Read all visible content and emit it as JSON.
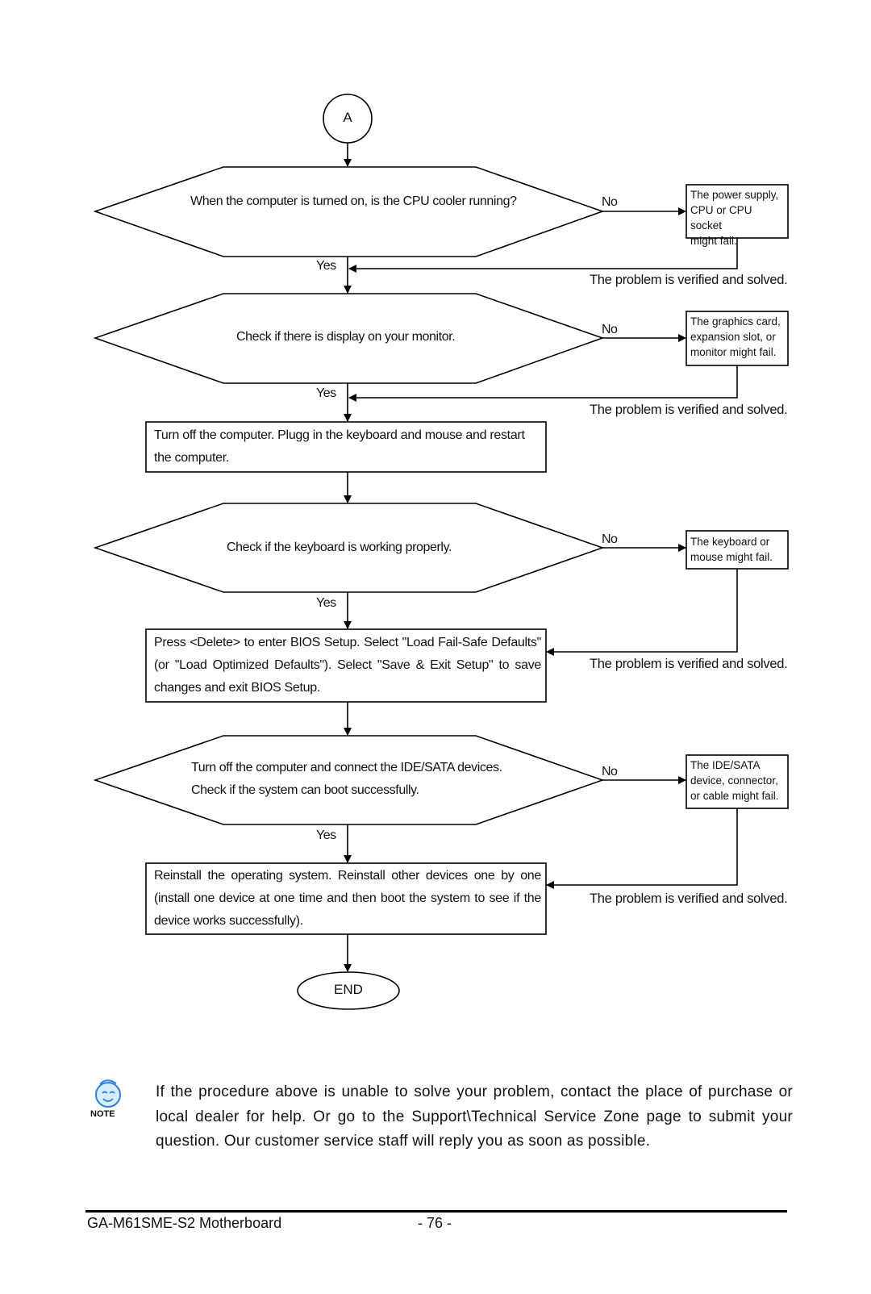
{
  "flowchart": {
    "start_label": "A",
    "end_label": "END",
    "yes_label": "Yes",
    "no_label": "No",
    "solved_text": "The problem is verified and solved.",
    "decisions": [
      {
        "lines": [
          "When the computer is turned on, is the CPU cooler running?"
        ],
        "failure": [
          "The power supply,",
          "CPU or CPU socket",
          "might fail."
        ]
      },
      {
        "lines": [
          "Check if there is display on your monitor."
        ],
        "failure": [
          "The graphics card,",
          "expansion slot, or",
          "monitor might fail."
        ]
      },
      {
        "lines": [
          "Check if the keyboard is working properly."
        ],
        "failure": [
          "The keyboard or",
          "mouse might fail."
        ]
      },
      {
        "lines": [
          "Turn off the computer and connect the IDE/SATA devices.",
          "Check if the system can boot successfully."
        ],
        "failure": [
          "The IDE/SATA",
          "device, connector,",
          "or cable might fail."
        ]
      }
    ],
    "actions": [
      {
        "text": "Turn off the computer. Plugg in the keyboard and mouse and restart the computer."
      },
      {
        "text": "Press <Delete> to enter BIOS Setup. Select \"Load Fail-Safe Defaults\" (or \"Load Optimized Defaults\"). Select \"Save & Exit Setup\" to save changes and exit BIOS Setup."
      },
      {
        "text": "Reinstall the operating system. Reinstall other devices one by one (install one device at one time and then boot the system to see if the device works successfully)."
      }
    ]
  },
  "note": {
    "icon_label": "NOTE",
    "text": "If the procedure above is unable to solve your problem, contact the place of purchase or local dealer for help. Or go to the Support\\Technical Service Zone page to submit your question. Our customer service staff will reply you as soon as possible."
  },
  "footer": {
    "model": "GA-M61SME-S2 Motherboard",
    "page": "- 76 -"
  }
}
